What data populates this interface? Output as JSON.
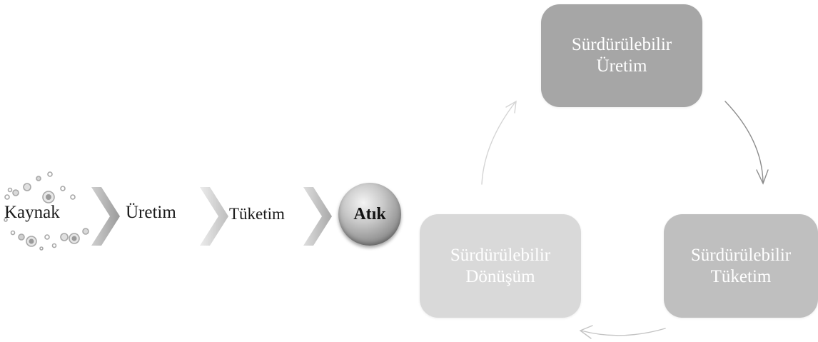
{
  "linear_flow": {
    "steps": [
      "Kaynak",
      "Üretim",
      "Tüketim"
    ],
    "final": "Atık"
  },
  "cycle": {
    "nodes": [
      {
        "line1": "Sürdürülebilir",
        "line2": "Üretim",
        "color": "#a6a6a6"
      },
      {
        "line1": "Sürdürülebilir",
        "line2": "Tüketim",
        "color": "#bfbfbf"
      },
      {
        "line1": "Sürdürülebilir",
        "line2": "Dönüşüm",
        "color": "#d9d9d9"
      }
    ]
  },
  "colors": {
    "chevron": "#a6a6a6",
    "arrow": "#999999",
    "bubbles": "#b0b0b0"
  }
}
